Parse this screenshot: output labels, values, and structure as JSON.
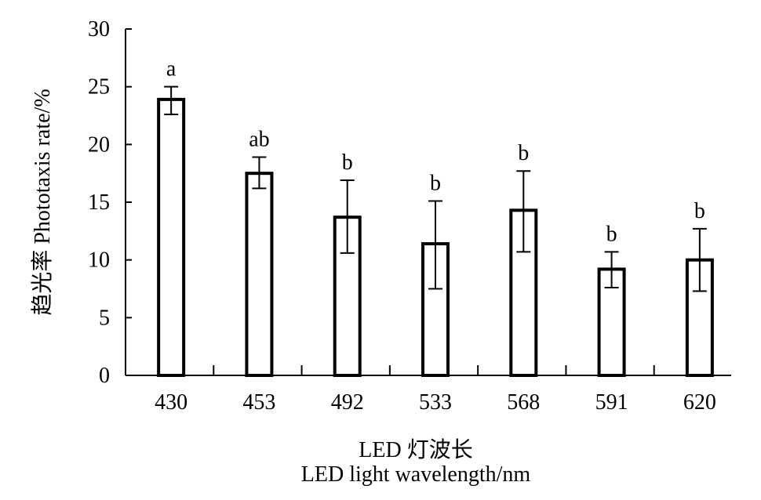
{
  "chart_data": {
    "type": "bar",
    "title": "",
    "categories": [
      "430",
      "453",
      "492",
      "533",
      "568",
      "591",
      "620"
    ],
    "values": [
      23.9,
      17.5,
      13.7,
      11.4,
      14.3,
      9.2,
      10.0
    ],
    "error_upper": [
      25.0,
      18.9,
      16.9,
      15.1,
      17.7,
      10.7,
      12.7
    ],
    "error_lower": [
      22.6,
      16.2,
      10.6,
      7.5,
      10.7,
      7.6,
      7.3
    ],
    "significance_labels": [
      "a",
      "ab",
      "b",
      "b",
      "b",
      "b",
      "b"
    ],
    "ylabel": "趋光率 Phototaxis rate/%",
    "xlabel_line1": "LED 灯波长",
    "xlabel_line2": "LED light wavelength/nm",
    "ylim": [
      0,
      30
    ],
    "yticks": [
      0,
      5,
      10,
      15,
      20,
      25,
      30
    ],
    "grid": false,
    "bar_fill": "#ffffff",
    "bar_stroke": "#000000"
  }
}
